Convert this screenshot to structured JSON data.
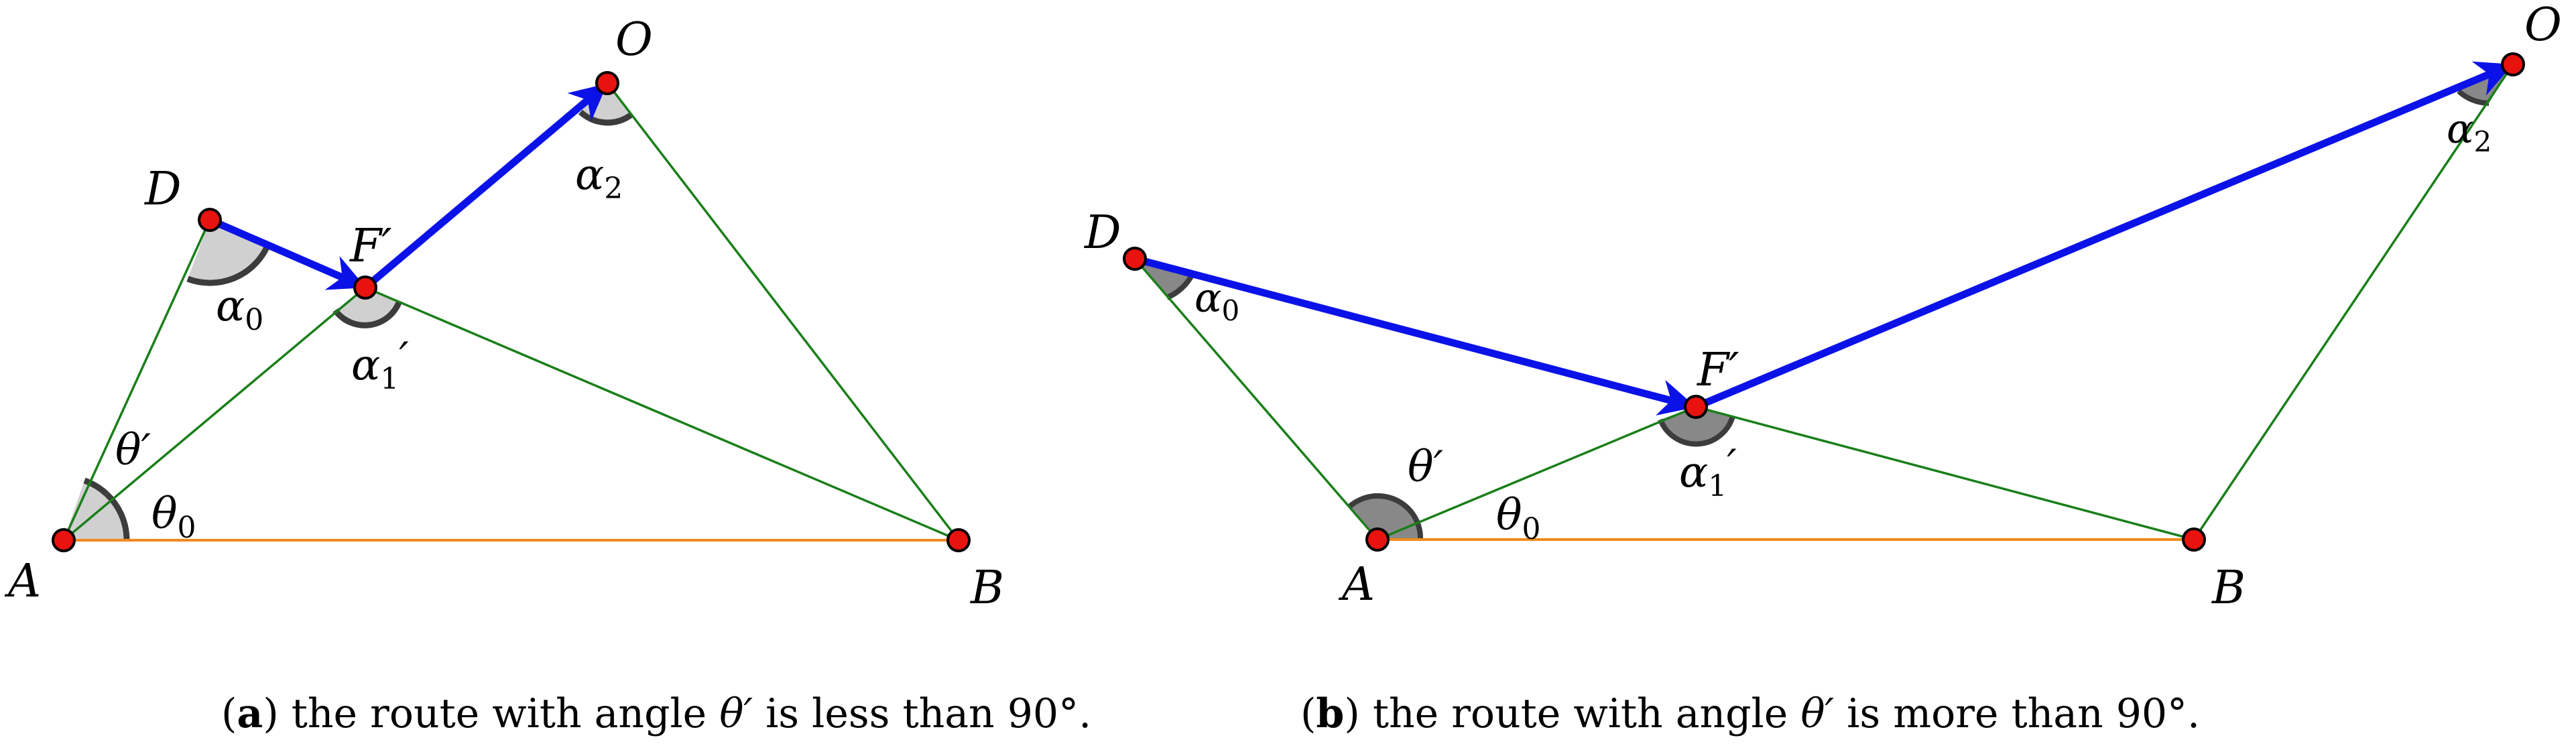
{
  "colors": {
    "triangle_edge": "#1a7f1a",
    "base_edge": "#f08a1c",
    "route_arrow": "#0b12e8",
    "point_fill": "#e8130f",
    "angle_fill_light": "#d0d0d0",
    "angle_fill_dark": "#888888",
    "angle_arc": "#3c3c3c"
  },
  "panels": [
    {
      "id": "a",
      "caption": {
        "tag": "a",
        "text_before": " the route with angle ",
        "theta": "θ′",
        "text_after": " is less than 90°."
      },
      "points": [
        {
          "name": "A",
          "label": "A"
        },
        {
          "name": "B",
          "label": "B"
        },
        {
          "name": "D",
          "label": "D"
        },
        {
          "name": "F",
          "label": "F′"
        },
        {
          "name": "O",
          "label": "O"
        }
      ],
      "angles": [
        {
          "name": "alpha0",
          "symbol": "α",
          "sub": "0",
          "prime": ""
        },
        {
          "name": "alpha1",
          "symbol": "α",
          "sub": "1",
          "prime": "′"
        },
        {
          "name": "alpha2",
          "symbol": "α",
          "sub": "2",
          "prime": ""
        },
        {
          "name": "theta-prime",
          "symbol": "θ′",
          "sub": "",
          "prime": ""
        },
        {
          "name": "theta0",
          "symbol": "θ",
          "sub": "0",
          "prime": ""
        }
      ]
    },
    {
      "id": "b",
      "caption": {
        "tag": "b",
        "text_before": " the route with angle ",
        "theta": "θ′",
        "text_after": " is more than 90°."
      },
      "points": [
        {
          "name": "A",
          "label": "A"
        },
        {
          "name": "B",
          "label": "B"
        },
        {
          "name": "D",
          "label": "D"
        },
        {
          "name": "F",
          "label": "F′"
        },
        {
          "name": "O",
          "label": "O"
        }
      ],
      "angles": [
        {
          "name": "alpha0",
          "symbol": "α",
          "sub": "0",
          "prime": ""
        },
        {
          "name": "alpha1",
          "symbol": "α",
          "sub": "1",
          "prime": "′"
        },
        {
          "name": "alpha2",
          "symbol": "α",
          "sub": "2",
          "prime": ""
        },
        {
          "name": "theta-prime",
          "symbol": "θ′",
          "sub": "",
          "prime": ""
        },
        {
          "name": "theta0",
          "symbol": "θ",
          "sub": "0",
          "prime": ""
        }
      ]
    }
  ]
}
